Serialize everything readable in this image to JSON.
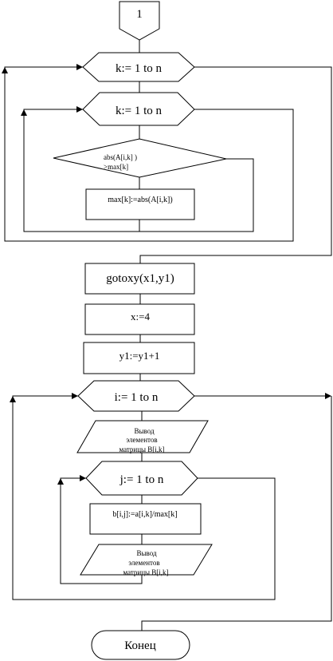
{
  "connector_top": "1",
  "loop_k_outer": "k:= 1 to n",
  "loop_k_inner": "k:= 1 to n",
  "condition": [
    "abs(A[i,k] )",
    ">max[k]"
  ],
  "assign_max": "max[k]:=abs(A[i,k])",
  "gotoxy": "gotoxy(x1,y1)",
  "assign_x": "x:=4",
  "assign_y1": "y1:=y1+1",
  "loop_i": "i:= 1 to n",
  "output_1": [
    "Вывод",
    "элементов",
    "матрицы B[i,k]"
  ],
  "loop_j": "j:= 1 to n",
  "assign_b": "b[i,j]:=a[i,k]/max[k]",
  "output_2": [
    "Вывод",
    "элементов",
    "матрицы B[i,k]"
  ],
  "end": "Конец"
}
